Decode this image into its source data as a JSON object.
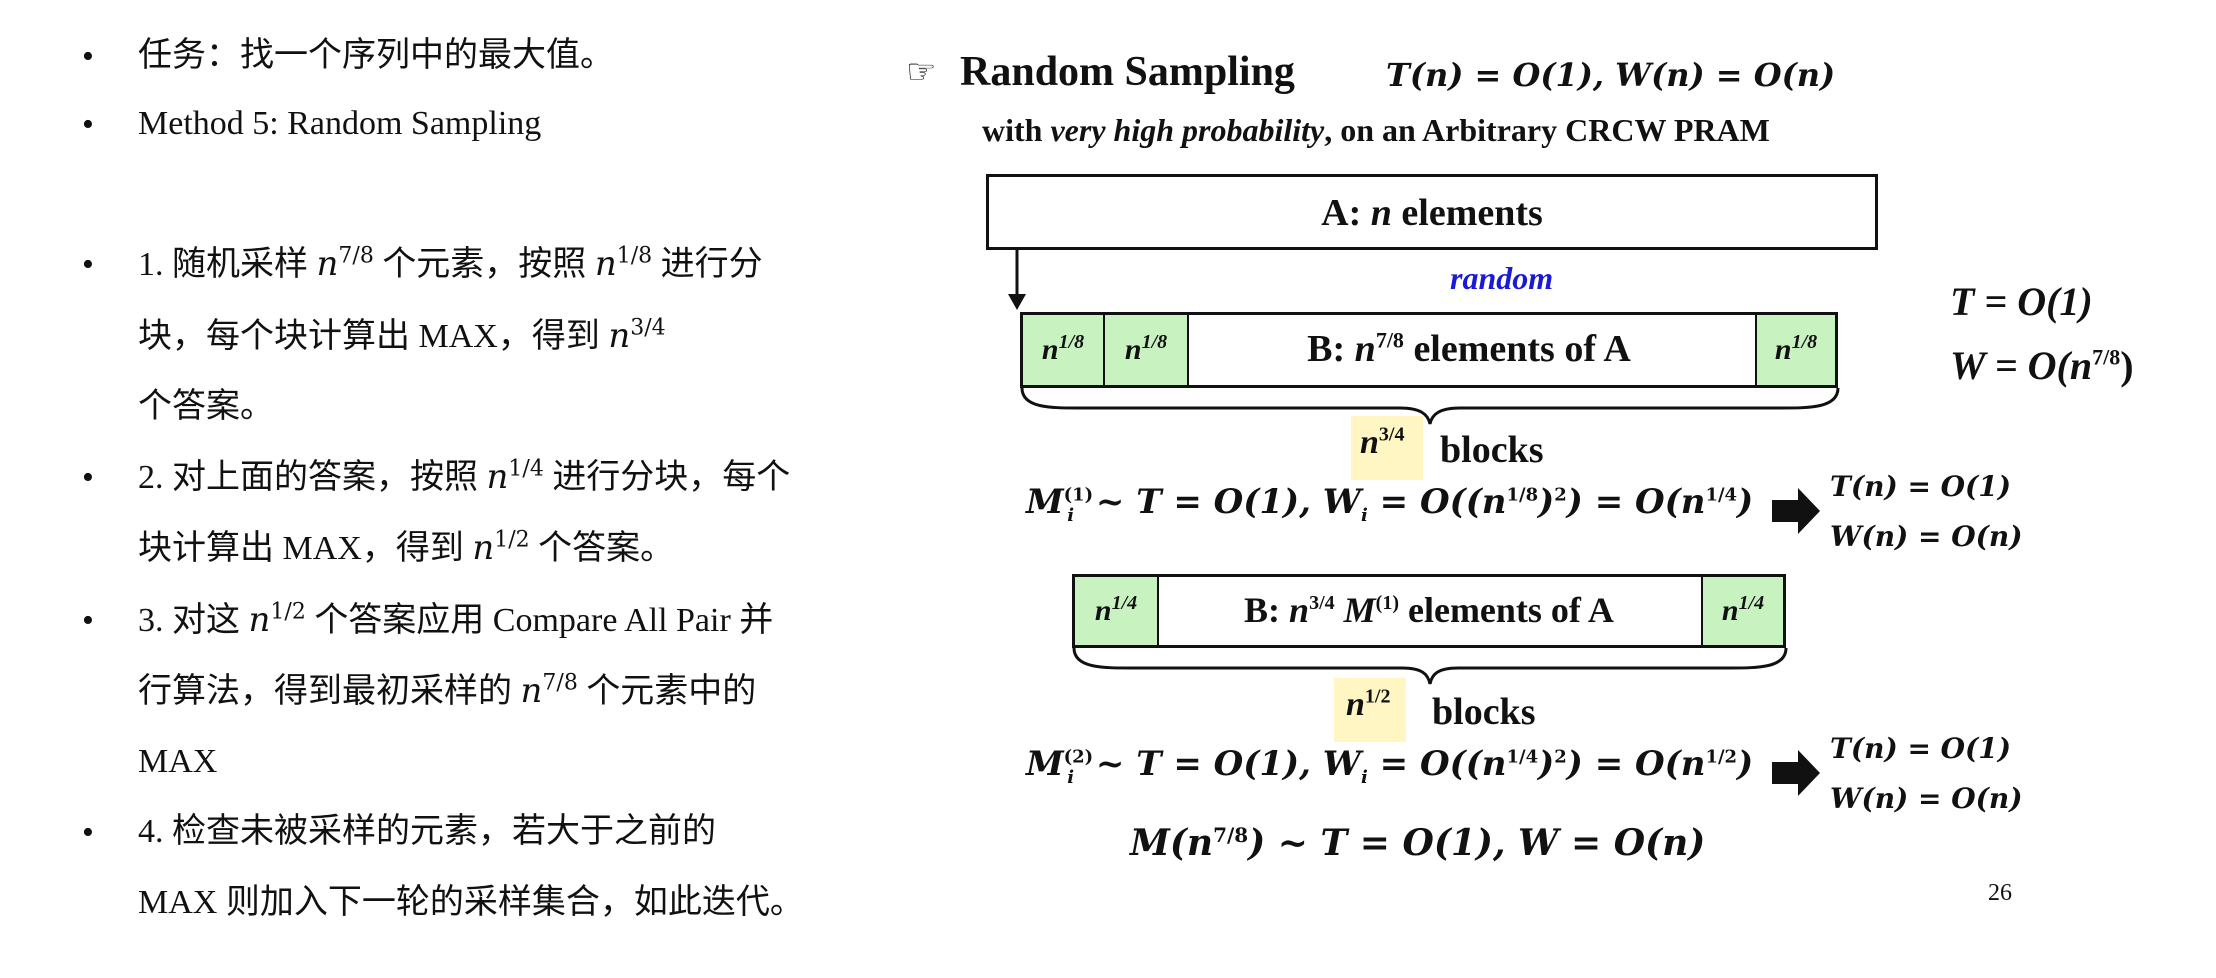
{
  "left": {
    "bullets": [
      {
        "text": "任务：找一个序列中的最大值。"
      },
      {
        "text": "Method 5: Random Sampling"
      },
      {
        "lines": [
          "1. 随机采样 n^{7/8} 个元素，按照 n^{1/8} 进行分",
          "块，每个块计算出 MAX，得到 n^{3/4}",
          "个答案。"
        ]
      },
      {
        "lines": [
          "2. 对上面的答案，按照 n^{1/4} 进行分块，每个",
          "块计算出 MAX，得到 n^{1/2} 个答案。"
        ]
      },
      {
        "lines": [
          "3. 对这 n^{1/2} 个答案应用 Compare All Pair 并",
          "行算法，得到最初采样的 n^{7/8} 个元素中的",
          "MAX"
        ]
      },
      {
        "lines": [
          "4. 检查未被采样的元素，若大于之前的",
          "MAX 则加入下一轮的采样集合，如此迭代。"
        ]
      }
    ],
    "b1": "任务：找一个序列中的最大值。",
    "b2": "Method 5: Random Sampling",
    "b3a_1": "1. 随机采样 ",
    "b3a_2": " 个元素，按照 ",
    "b3a_3": " 进行分",
    "b3b_1": "块，每个块计算出 MAX，得到 ",
    "b3c": "个答案。",
    "b4a_1": "2. 对上面的答案，按照 ",
    "b4a_2": " 进行分块，每个",
    "b4b_1": "块计算出 MAX，得到 ",
    "b4b_2": " 个答案。",
    "b5a_1": "3. 对这 ",
    "b5a_2": " 个答案应用 Compare All Pair 并",
    "b5b_1": "行算法，得到最初采样的 ",
    "b5b_2": " 个元素中的",
    "b5c": "MAX",
    "b6a": "4. 检查未被采样的元素，若大于之前的",
    "b6b": "MAX 则加入下一轮的采样集合，如此迭代。",
    "n": "n",
    "e78": "7/8",
    "e18": "1/8",
    "e34": "3/4",
    "e14": "1/4",
    "e12": "1/2"
  },
  "right": {
    "hand_icon": "☞",
    "title": "Random Sampling",
    "title_bound": "T(n) = O(1),  W(n) = O(n)",
    "subtitle_1": "with ",
    "subtitle_2": "very high probability",
    "subtitle_3": ", on an Arbitrary CRCW PRAM",
    "boxA_1": "A: ",
    "boxA_2": "n",
    "boxA_3": " elements",
    "random_label": "random",
    "cell_n18": "n",
    "cell_e18": "1/8",
    "boxB_1": "B: ",
    "boxB_n": "n",
    "boxB_e": "7/8",
    "boxB_2": " elements of A",
    "t_bound": "T = O(1)",
    "w_bound_1": "W = O(n",
    "w_bound_e": "7/8",
    "w_bound_2": ")",
    "blocks1_n": "n",
    "blocks1_e": "3/4",
    "blocks_label": "blocks",
    "eq1": "M_i^{(1)} ~ T = O(1),  W_i = O((n^{1/8})^2) = O(n^{1/4})",
    "eq1_a": "M",
    "eq1_sup": "(1)",
    "eq1_sub": "i",
    "eq1_b": " ~ T = O(1),  W",
    "eq1_c": " = O((n",
    "eq1_d": ")",
    "eq1_e": ") = O(n",
    "eq1_f": ")",
    "sq": "2",
    "res_t": "T(n) = O(1)",
    "res_w": "W(n) = O(n)",
    "cell_e14": "1/4",
    "boxC_1": "B: ",
    "boxC_n": "n",
    "boxC_e": "3/4",
    "boxC_M": " M",
    "boxC_sup": "(1)",
    "boxC_2": " elements of A",
    "blocks2_e": "1/2",
    "eq2_sup": "(2)",
    "eq3": "M(n^{7/8}) ~ T = O(1),  W = O(n)",
    "eq3_a": "M(n",
    "eq3_b": ") ~ T = O(1),  W = O(n)",
    "page_number": "26"
  },
  "colors": {
    "green_cell": "#c9f2c1",
    "yellow_highlight": "#fff6c4",
    "random_label": "#1a1ad6"
  }
}
